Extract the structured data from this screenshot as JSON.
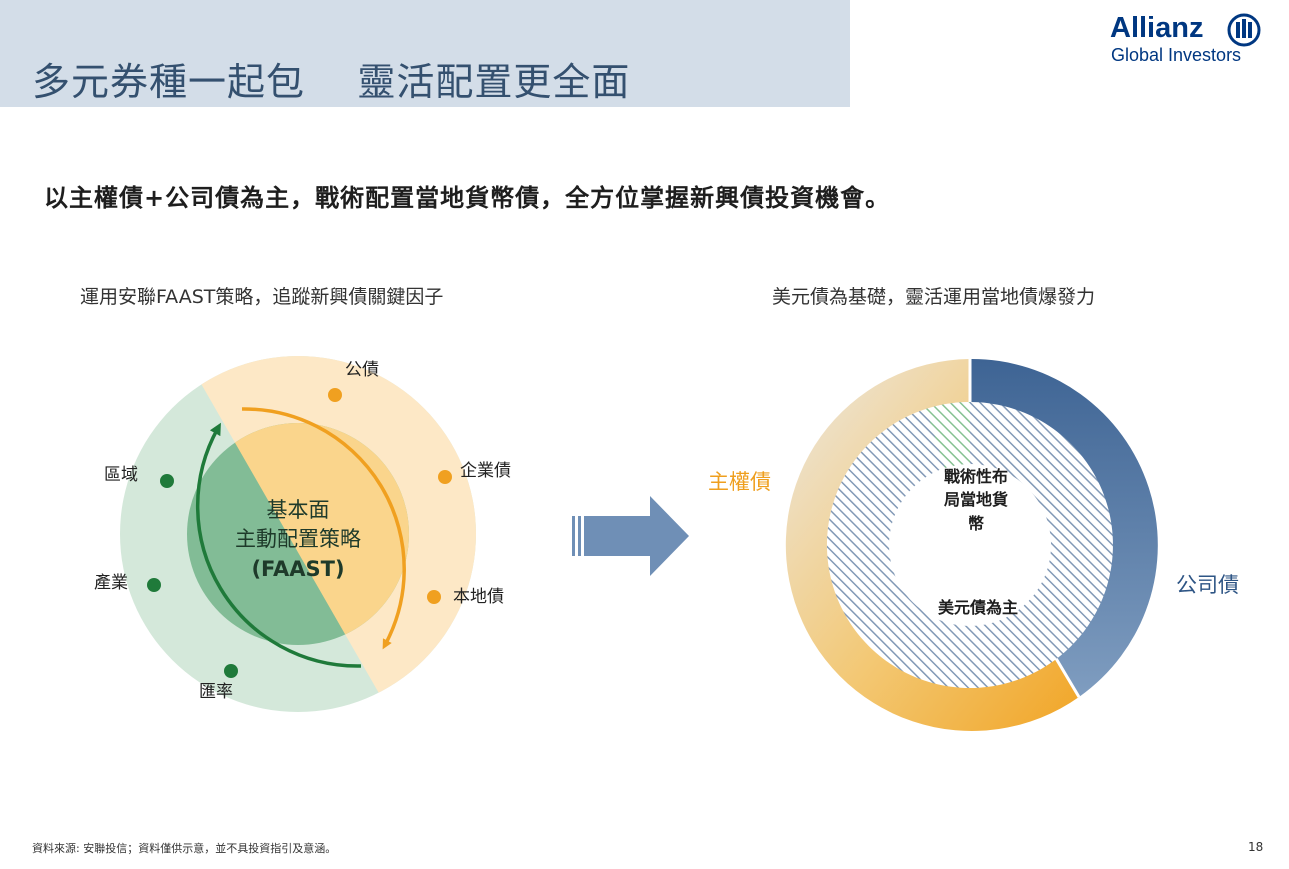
{
  "header": {
    "title": "多元券種一起包    靈活配置更全面",
    "band_color": "#d3dde8",
    "title_color": "#34506f"
  },
  "logo": {
    "brand": "Allianz",
    "sub": "Global Investors",
    "icon": "allianz-eagle-icon",
    "color": "#003781"
  },
  "headline": "以主權債+公司債為主，戰術配置當地貨幣債，全方位掌握新興債投資機會。",
  "left_panel": {
    "subtitle": "運用安聯FAAST策略，追蹤新興債關鍵因子",
    "center_lines": [
      "基本面",
      "主動配置策略",
      "(FAAST)"
    ],
    "outer_labels": {
      "gongzhai": "公債",
      "qiyezhai": "企業債",
      "bendizhai": "本地債",
      "quyu": "區域",
      "chanye": "產業",
      "huilv": "匯率"
    },
    "colors": {
      "green_light": "#d4e8da",
      "green_mid": "#82bc96",
      "green_line": "#1f7a3a",
      "orange_light": "#fde8c6",
      "orange_mid": "#fad58c",
      "orange_line": "#f0a020"
    }
  },
  "right_panel": {
    "subtitle": "美元債為基礎，靈活運用當地債爆發力",
    "labels": {
      "zhuquanzhai": "主權債",
      "gongsizhai": "公司債",
      "inner_top_lines": [
        "戰術性布",
        "局當地貨",
        "幣"
      ],
      "inner_bottom": "美元債為主"
    },
    "colors": {
      "sovereign": "#f1ad2d",
      "corporate": "#3e6494",
      "hatch_blue": "#7f96b5",
      "hatch_green": "#7fbf8c",
      "arrow": "#6f8fb6"
    }
  },
  "footer": {
    "source": "資料來源: 安聯投信；資料僅供示意，並不具投資指引及意涵。",
    "page": "18"
  }
}
